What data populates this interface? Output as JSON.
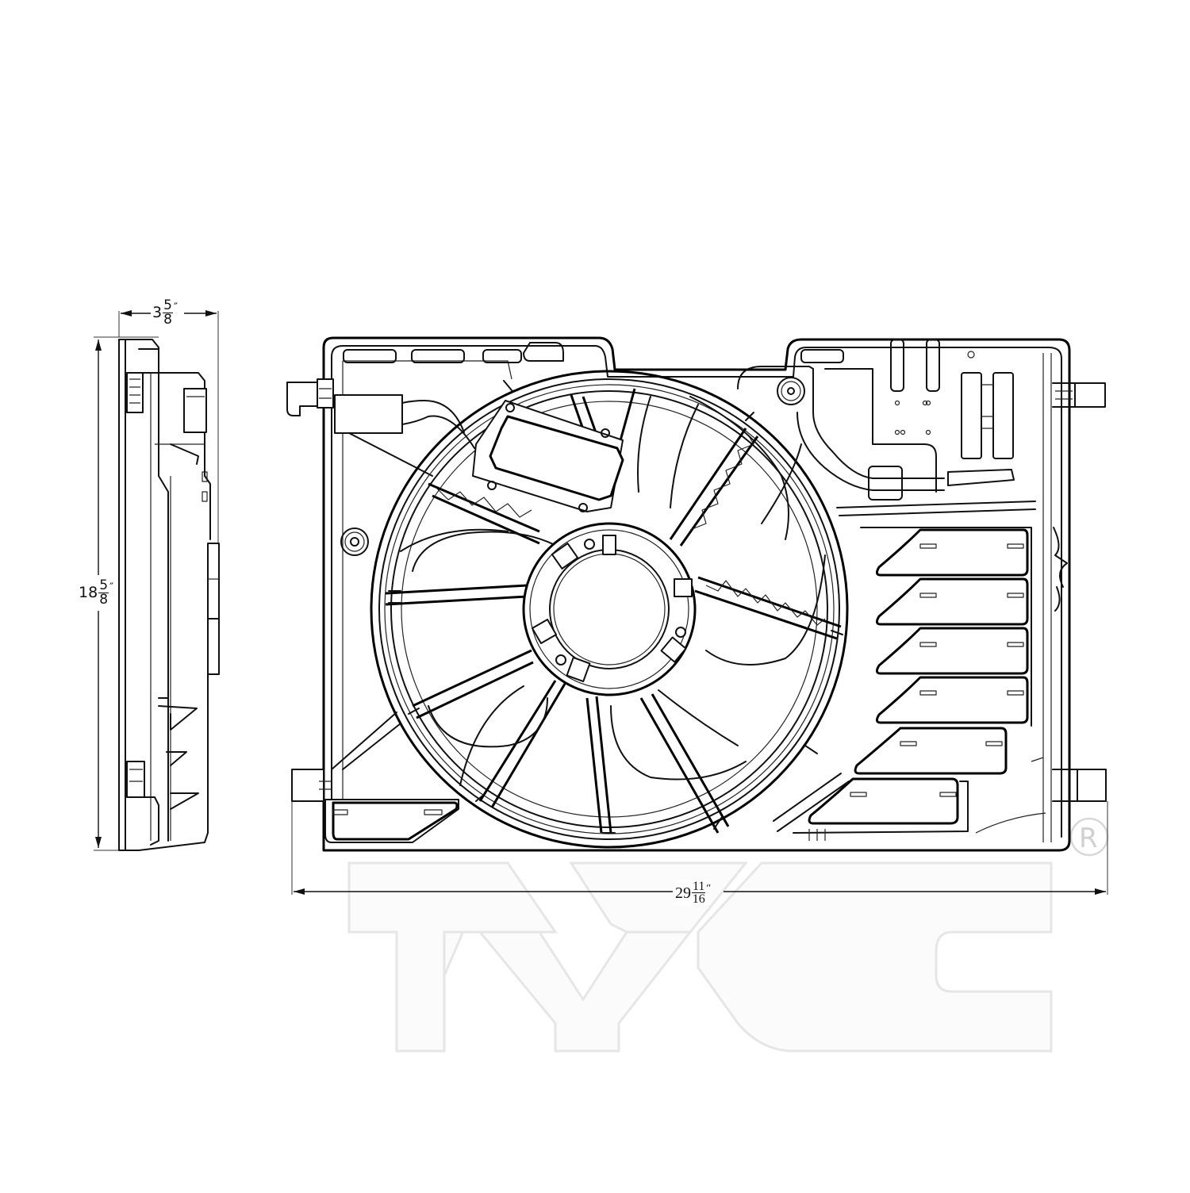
{
  "drawing": {
    "subject": "Radiator cooling fan assembly",
    "views": [
      "side-view",
      "front-view"
    ],
    "line_color": "#111111",
    "background_color": "#ffffff",
    "watermark_color": "#e6e6e6"
  },
  "dimensions": {
    "depth": {
      "whole": "3",
      "numerator": "5",
      "denominator": "8",
      "unit": "″",
      "display": "3 5/8″"
    },
    "height": {
      "whole": "18",
      "numerator": "5",
      "denominator": "8",
      "unit": "″",
      "display": "18 5/8″"
    },
    "width": {
      "whole": "29",
      "numerator": "11",
      "denominator": "16",
      "unit": "″",
      "display": "29 11/16″"
    }
  },
  "watermark": {
    "brand": "TYC",
    "registered_mark": "R"
  }
}
